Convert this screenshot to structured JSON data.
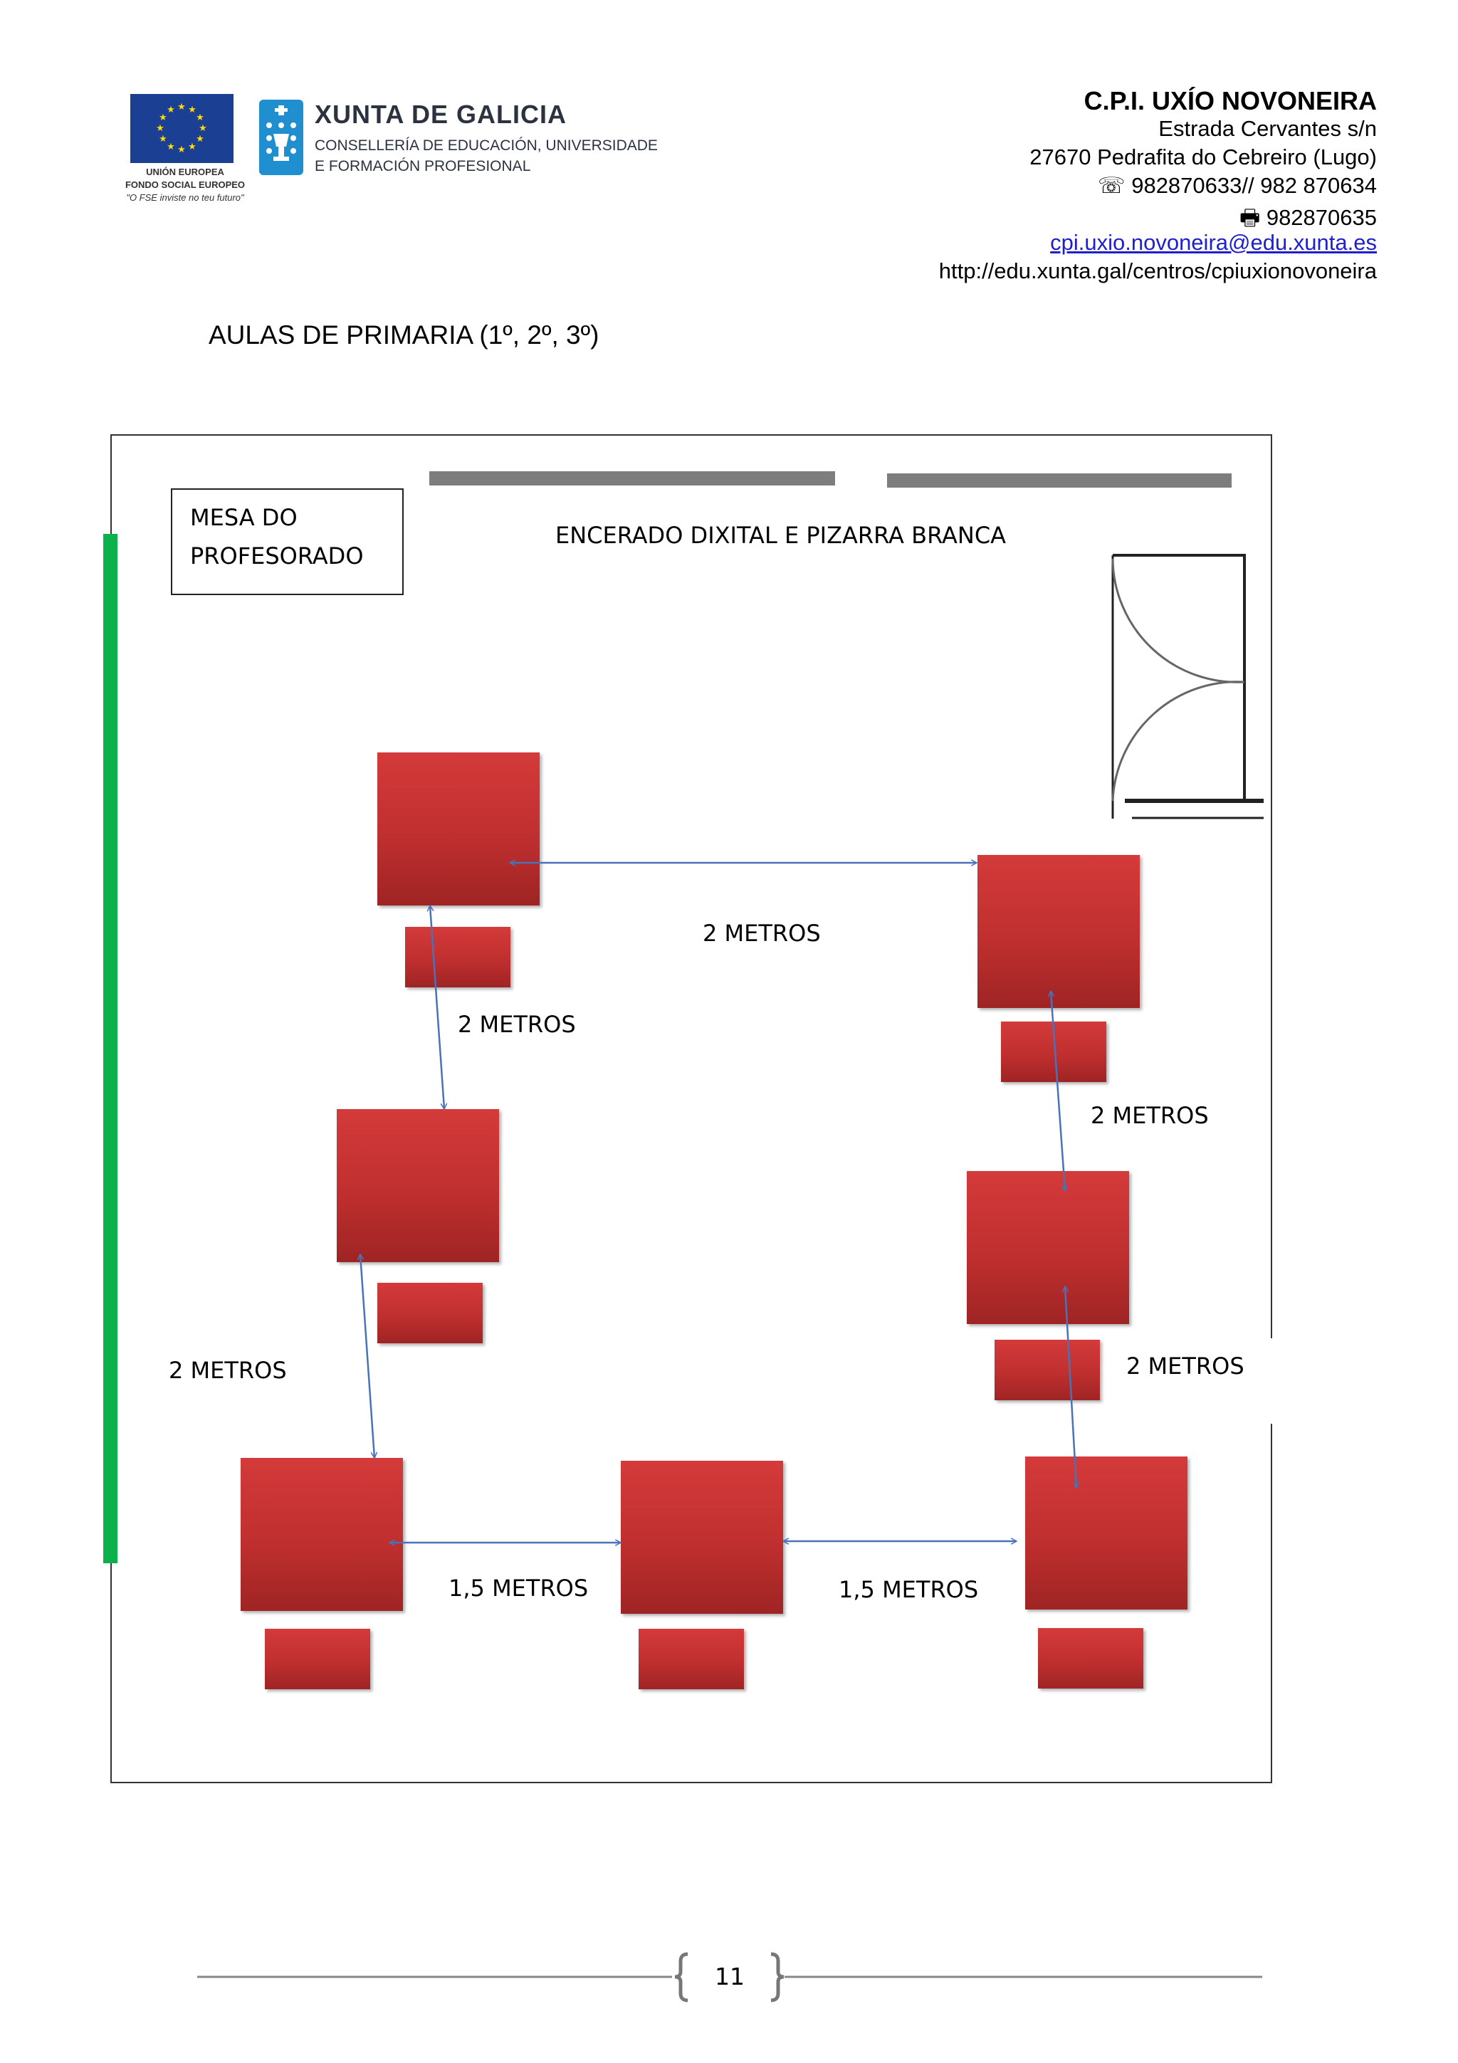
{
  "header": {
    "eu_logo": {
      "caption_line1": "UNIÓN EUROPEA",
      "caption_line2": "FONDO SOCIAL EUROPEO",
      "slogan": "\"O FSE inviste no teu futuro\""
    },
    "xunta_logo": {
      "title": "XUNTA DE GALICIA",
      "subtitle_line1": "CONSELLERÍA DE EDUCACIÓN, UNIVERSIDADE",
      "subtitle_line2": "E FORMACIÓN PROFESIONAL"
    },
    "school_name": "C.P.I. UXÍO NOVONEIRA",
    "address_line1": "Estrada Cervantes s/n",
    "address_line2": "27670 Pedrafita do Cebreiro (Lugo)",
    "phone": "☏ 982870633// 982 870634",
    "fax": "🖶 982870635",
    "email": "cpi.uxio.novoneira@edu.xunta.es",
    "website": "http://edu.xunta.gal/centros/cpiuxionovoneira"
  },
  "section_title": "AULAS DE PRIMARIA (1º, 2º, 3º)",
  "plan": {
    "teacher_desk_label": "MESA DO\nPROFESORADO",
    "board_label": "ENCERADO DIXITAL E PIZARRA BRANCA",
    "distance_labels": [
      "2 METROS",
      "2 METROS",
      "2 METROS",
      "2 METROS",
      "2 METROS",
      "1,5 METROS",
      "1,5 METROS"
    ],
    "colors": {
      "desk": "#c8312f",
      "arrow": "#4a72b8",
      "green_wall": "#0db14b",
      "board": "#7d7d7d"
    }
  },
  "footer": {
    "page_number": "11"
  }
}
